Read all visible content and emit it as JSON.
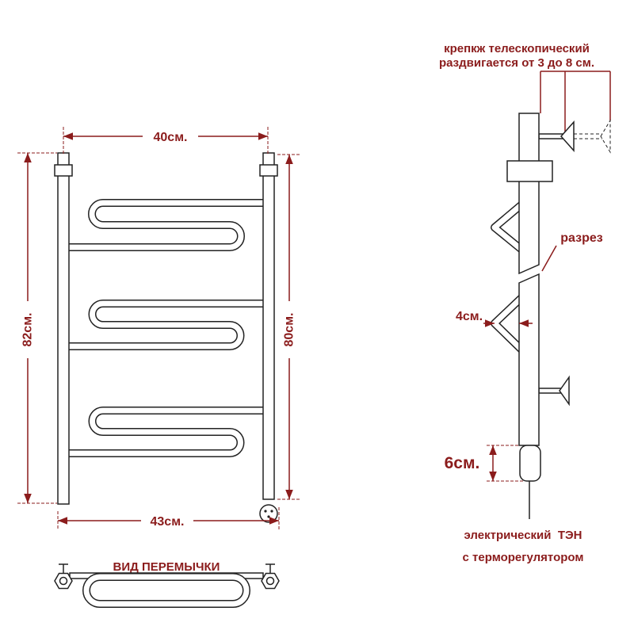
{
  "colors": {
    "dimension": "#8b1c1c",
    "line": "#222222"
  },
  "front_view": {
    "width_top": "40см.",
    "height_left": "82см.",
    "height_right": "80см.",
    "width_bottom": "43см."
  },
  "jumper_view": {
    "label": "ВИД ПЕРЕМЫЧКИ"
  },
  "side_view": {
    "mount_label_line1": "крепкж телескопический",
    "mount_label_line2": "раздвигается от 3 до 8 см.",
    "section_label": "разрез",
    "bracket_depth": "4см.",
    "heater_height": "6см.",
    "heater_label_line1": "электрический  ТЭН",
    "heater_label_line2": "с терморегулятором"
  }
}
